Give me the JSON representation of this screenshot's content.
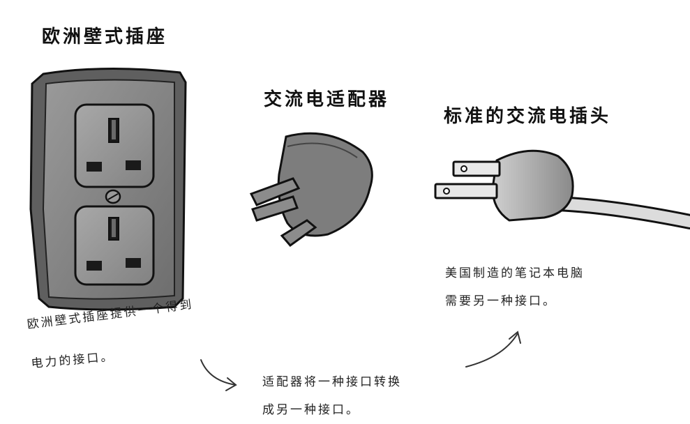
{
  "titles": {
    "wall_socket": "欧洲壁式插座",
    "adapter": "交流电适配器",
    "plug": "标准的交流电插头"
  },
  "notes": {
    "socket_line1": "欧洲壁式插座提供一个得到",
    "socket_line2": "电力的接口。",
    "laptop_line1": "美国制造的笔记本电脑",
    "laptop_line2": "需要另一种接口。",
    "adapter_line1": "适配器将一种接口转换",
    "adapter_line2": "成另一种接口。"
  }
}
